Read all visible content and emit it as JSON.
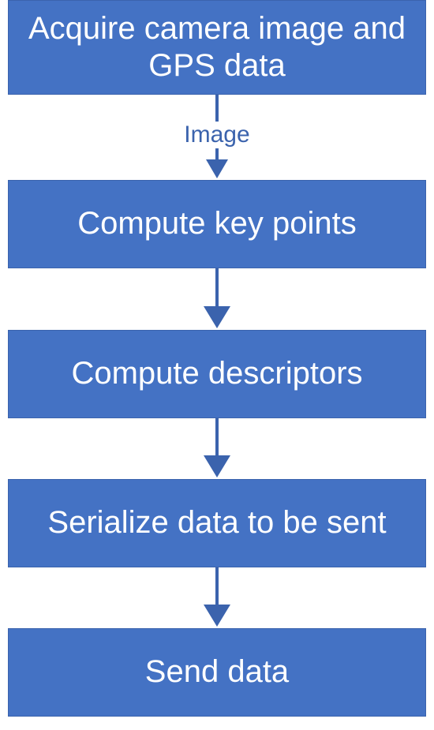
{
  "diagram": {
    "type": "flowchart",
    "steps": [
      {
        "label": "Acquire camera image and GPS data"
      },
      {
        "label": "Compute key points"
      },
      {
        "label": "Compute descriptors"
      },
      {
        "label": "Serialize data to be sent"
      },
      {
        "label": "Send data"
      }
    ],
    "edges": [
      {
        "from": 0,
        "to": 1,
        "label": "Image"
      },
      {
        "from": 1,
        "to": 2,
        "label": ""
      },
      {
        "from": 2,
        "to": 3,
        "label": ""
      },
      {
        "from": 3,
        "to": 4,
        "label": ""
      }
    ],
    "colors": {
      "box_fill": "#4472c4",
      "box_text": "#ffffff",
      "connector": "#3b63ad"
    }
  }
}
